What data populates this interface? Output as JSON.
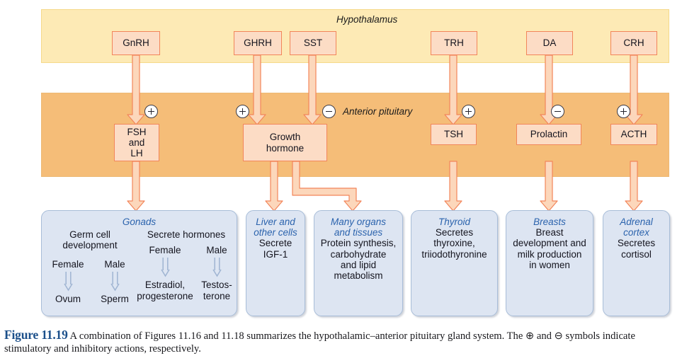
{
  "figure": {
    "number": "Figure 11.19",
    "caption": " A combination of Figures 11.16 and 11.18 summarizes the hypothalamic–anterior pituitary gland system. The ⊕ and ⊖ symbols indicate stimulatory and inhibitory actions, respectively."
  },
  "bands": {
    "hypothalamus": {
      "label": "Hypothalamus",
      "color": "#fdeab5"
    },
    "anterior_pituitary": {
      "label": "Anterior pituitary",
      "color": "#f5bd78"
    }
  },
  "colors": {
    "hormone_box_fill": "#fcdcc5",
    "hormone_box_border": "#f2855a",
    "arrow_fill": "#fcd7bb",
    "target_box_fill": "#dde5f2",
    "target_box_border": "#a8bdd8",
    "target_title_text": "#2b63ad",
    "caption_accent": "#1b4f8a"
  },
  "hypothalamic_hormones": [
    {
      "label": "GnRH"
    },
    {
      "label": "GHRH"
    },
    {
      "label": "SST"
    },
    {
      "label": "TRH"
    },
    {
      "label": "DA"
    },
    {
      "label": "CRH"
    }
  ],
  "pituitary_hormones": [
    {
      "label": "FSH and LH",
      "line1": "FSH",
      "line2": "and",
      "line3": "LH"
    },
    {
      "label": "Growth hormone",
      "line1": "Growth",
      "line2": "hormone"
    },
    {
      "label": "TSH",
      "line1": "TSH"
    },
    {
      "label": "Prolactin",
      "line1": "Prolactin"
    },
    {
      "label": "ACTH",
      "line1": "ACTH"
    }
  ],
  "signs": [
    {
      "from": "GnRH",
      "symbol": "plus",
      "action": "stimulatory"
    },
    {
      "from": "GHRH",
      "symbol": "plus",
      "action": "stimulatory"
    },
    {
      "from": "SST",
      "symbol": "minus",
      "action": "inhibitory"
    },
    {
      "from": "TRH",
      "symbol": "plus",
      "action": "stimulatory"
    },
    {
      "from": "DA",
      "symbol": "minus",
      "action": "inhibitory"
    },
    {
      "from": "CRH",
      "symbol": "plus",
      "action": "stimulatory"
    }
  ],
  "targets": {
    "gonads": {
      "title": "Gonads",
      "left_heading_l1": "Germ cell",
      "left_heading_l2": "development",
      "right_heading": "Secrete hormones",
      "female_label": "Female",
      "male_label": "Male",
      "female_product": "Ovum",
      "male_product": "Sperm",
      "hormone_female_label": "Female",
      "hormone_male_label": "Male",
      "hormone_female_product_l1": "Estradiol,",
      "hormone_female_product_l2": "progesterone",
      "hormone_male_product_l1": "Testos-",
      "hormone_male_product_l2": "terone"
    },
    "liver": {
      "title_l1": "Liver and",
      "title_l2": "other cells",
      "text_l1": "Secrete",
      "text_l2": "IGF-1"
    },
    "many_organs": {
      "title_l1": "Many organs",
      "title_l2": "and tissues",
      "text_l1": "Protein synthesis,",
      "text_l2": "carbohydrate",
      "text_l3": "and lipid",
      "text_l4": "metabolism"
    },
    "thyroid": {
      "title": "Thyroid",
      "text_l1": "Secretes",
      "text_l2": "thyroxine,",
      "text_l3": "triiodothyronine"
    },
    "breasts": {
      "title": "Breasts",
      "text_l1": "Breast",
      "text_l2": "development and",
      "text_l3": "milk production",
      "text_l4": "in women"
    },
    "adrenal": {
      "title_l1": "Adrenal",
      "title_l2": "cortex",
      "text_l1": "Secretes",
      "text_l2": "cortisol"
    }
  }
}
